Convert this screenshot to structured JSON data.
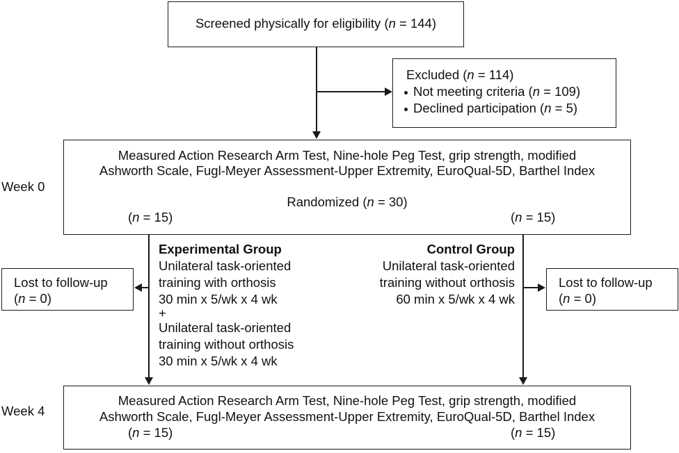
{
  "screened": {
    "label": "Screened physically for eligibility (",
    "n": "n",
    "rest": " = 144)"
  },
  "excluded": {
    "title": {
      "a": "Excluded (",
      "n": "n",
      "b": " = 114)"
    },
    "item1": {
      "a": "Not meeting criteria (",
      "n": "n",
      "b": " = 109)"
    },
    "item2": {
      "a": "Declined participation (",
      "n": "n",
      "b": " = 5)"
    }
  },
  "week0": {
    "label": "Week 0",
    "line1": "Measured Action Research Arm Test, Nine-hole Peg Test, grip strength, modified",
    "line2": "Ashworth Scale, Fugl-Meyer Assessment-Upper Extremity, EuroQual-5D, Barthel Index",
    "randomized": {
      "a": "Randomized (",
      "n": "n",
      "b": " = 30)"
    },
    "left_n": {
      "a": "(",
      "n": "n",
      "b": " = 15)"
    },
    "right_n": {
      "a": "(",
      "n": "n",
      "b": " = 15)"
    }
  },
  "experimental": {
    "title": "Experimental Group",
    "lines": [
      "Unilateral task-oriented",
      "training with orthosis",
      "30 min x 5/wk x 4 wk",
      "+",
      "Unilateral task-oriented",
      "training without orthosis",
      "30 min x 5/wk x 4 wk"
    ]
  },
  "control": {
    "title": "Control Group",
    "lines": [
      "Unilateral task-oriented",
      "training without orthosis",
      "60 min x 5/wk x 4 wk"
    ]
  },
  "lost_left": {
    "line1": "Lost to follow-up",
    "n_line": {
      "a": "(",
      "n": "n",
      "b": " = 0)"
    }
  },
  "lost_right": {
    "line1": "Lost to follow-up",
    "n_line": {
      "a": "(",
      "n": "n",
      "b": " = 0)"
    }
  },
  "week4": {
    "label": "Week 4",
    "line1": "Measured Action Research Arm Test, Nine-hole Peg Test, grip strength, modified",
    "line2": "Ashworth Scale, Fugl-Meyer Assessment-Upper Extremity, EuroQual-5D, Barthel Index",
    "left_n": {
      "a": "(",
      "n": "n",
      "b": " = 15)"
    },
    "right_n": {
      "a": "(",
      "n": "n",
      "b": " = 15)"
    }
  }
}
